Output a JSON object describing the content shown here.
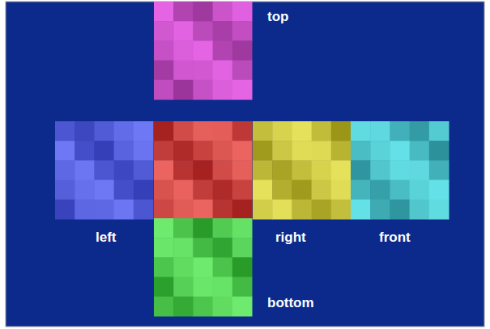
{
  "diagram": {
    "labels": [
      "top",
      "left",
      "right",
      "front",
      "bottom"
    ]
  }
}
